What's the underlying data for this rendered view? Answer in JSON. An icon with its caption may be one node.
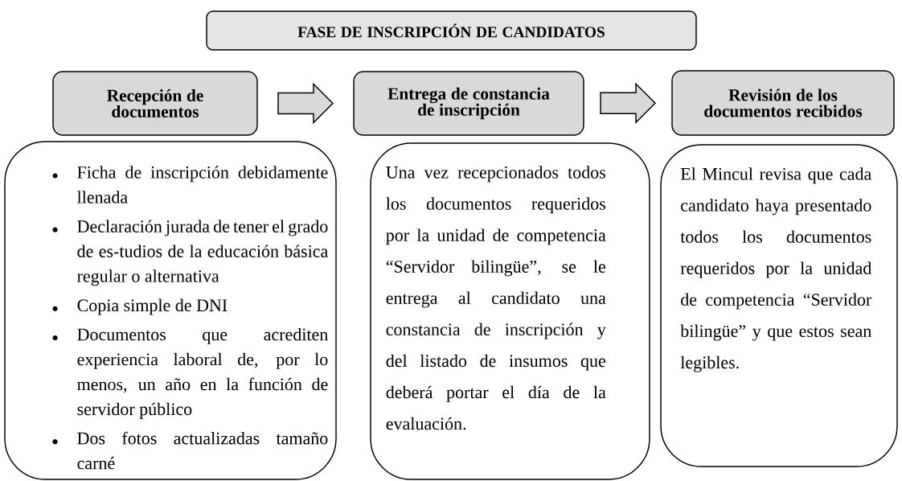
{
  "diagram": {
    "nodes": [
      {
        "text": [
          "FASE DE INSCRIPCIÓN DE CANDIDATOS"
        ]
      },
      {
        "text": [
          "Recepción de documentos"
        ]
      },
      {
        "text": [
          "Ficha de inscripción debidamente llenada",
          "Declaración jurada de tener el grado de es-tudios de la educación básica regular o alternativa",
          "Copia simple de DNI",
          "Documentos que acrediten experiencia laboral de, por lo menos, un año en la función de servidor público",
          "Dos fotos actualizadas tamaño carné"
        ]
      },
      {
        "text": [
          "Entrega de constancia de inscripción"
        ]
      },
      {
        "text": [
          "Una vez recepcionados todos los documentos requeridos por la unidad de competencia “Servidor bilingüe”, se le entrega al candidato una constancia de inscripción y del listado de insumos que deberá portar el día de la evaluación."
        ]
      },
      {
        "text": [
          "Revisión de los documentos recibidos"
        ]
      },
      {
        "text": [
          "El Mincul revisa que cada candidato haya presentado todos los documentos requeridos por la unidad de competencia “Servidor bilingüe” y que estos sean legibles."
        ]
      }
    ],
    "edges": [
      {
        "from": 1,
        "to": 3,
        "arrow": "to"
      },
      {
        "from": 3,
        "to": 5,
        "arrow": "to"
      }
    ]
  }
}
